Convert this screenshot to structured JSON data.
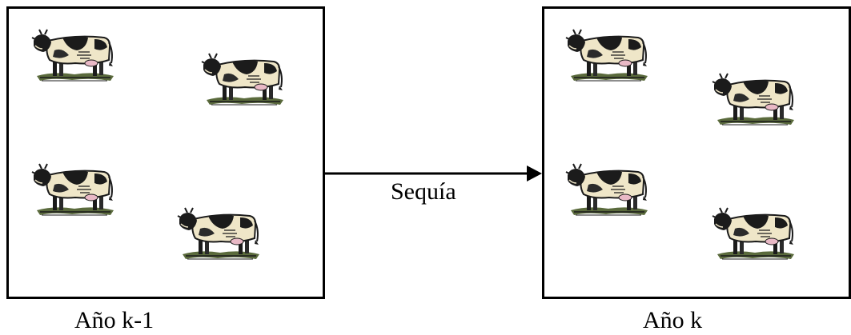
{
  "before": {
    "label": "Año k-1",
    "cow_count": 4
  },
  "after": {
    "label": "Año k",
    "cow_count": 4
  },
  "arrow": {
    "label": "Sequía"
  },
  "colors": {
    "outline": "#000000",
    "cow_light": "#efe6c8",
    "cow_dark": "#1b1b1b",
    "grass": "#5a6a3c"
  },
  "icon": "cow-icon"
}
